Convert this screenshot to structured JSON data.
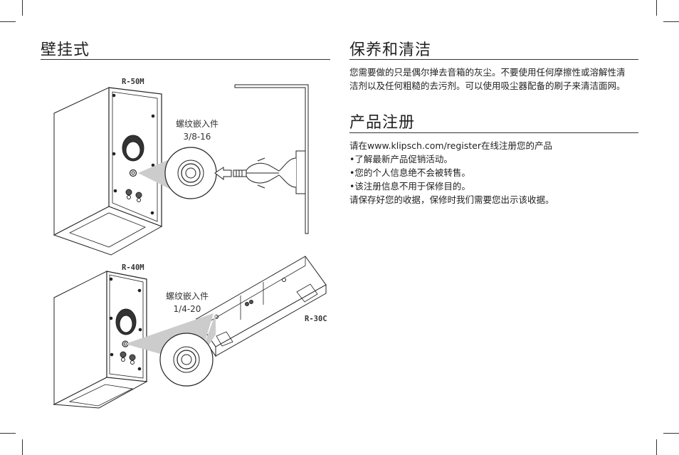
{
  "left": {
    "title": "壁挂式",
    "model_top": "R-50M",
    "model_bottom": "R-40M",
    "model_side": "R-30C",
    "callout_top": [
      "螺纹嵌入件",
      "3/8-16"
    ],
    "callout_bottom": [
      "螺纹嵌入件",
      "1/4-20"
    ]
  },
  "care": {
    "title": "保养和清洁",
    "text_lines": [
      "您需要做的只是偶尔掸去音箱的灰尘。不要使用任何摩擦性或溶解性清",
      "洁剂以及任何粗糙的去污剂。可以使用吸尘器配备的刷子来清洁面网。"
    ]
  },
  "register": {
    "title": "产品注册",
    "lines": [
      "请在www.klipsch.com/register在线注册您的产品",
      "•了解最新产品促销活动。",
      "•您的个人信息绝不会被转售。",
      "•该注册信息不用于保修目的。",
      "请保存好您的收据，保修时我们需要您出示该收据。"
    ]
  }
}
